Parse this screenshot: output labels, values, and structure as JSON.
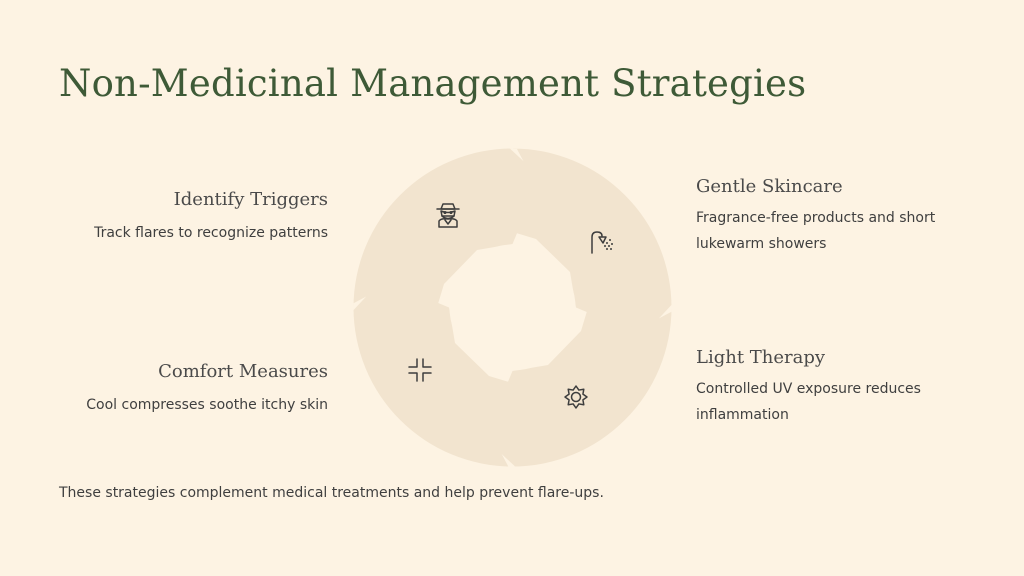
{
  "title": "Non-Medicinal Management Strategies",
  "colors": {
    "background": "#fdf3e3",
    "title": "#3e5a37",
    "segment_fill": "#f2e4cf",
    "icon": "#3d3d3d"
  },
  "segments": [
    {
      "heading": "Identify Triggers",
      "text": "Track flares to recognize patterns",
      "icon": "detective-icon"
    },
    {
      "heading": "Gentle Skincare",
      "text": "Fragrance-free products and short lukewarm showers",
      "icon": "shower-icon"
    },
    {
      "heading": "Light Therapy",
      "text": "Controlled UV exposure reduces inflammation",
      "icon": "sun-icon"
    },
    {
      "heading": "Comfort Measures",
      "text": "Cool compresses soothe itchy skin",
      "icon": "compress-icon"
    }
  ],
  "footer": "These strategies complement medical treatments and help prevent flare-ups."
}
